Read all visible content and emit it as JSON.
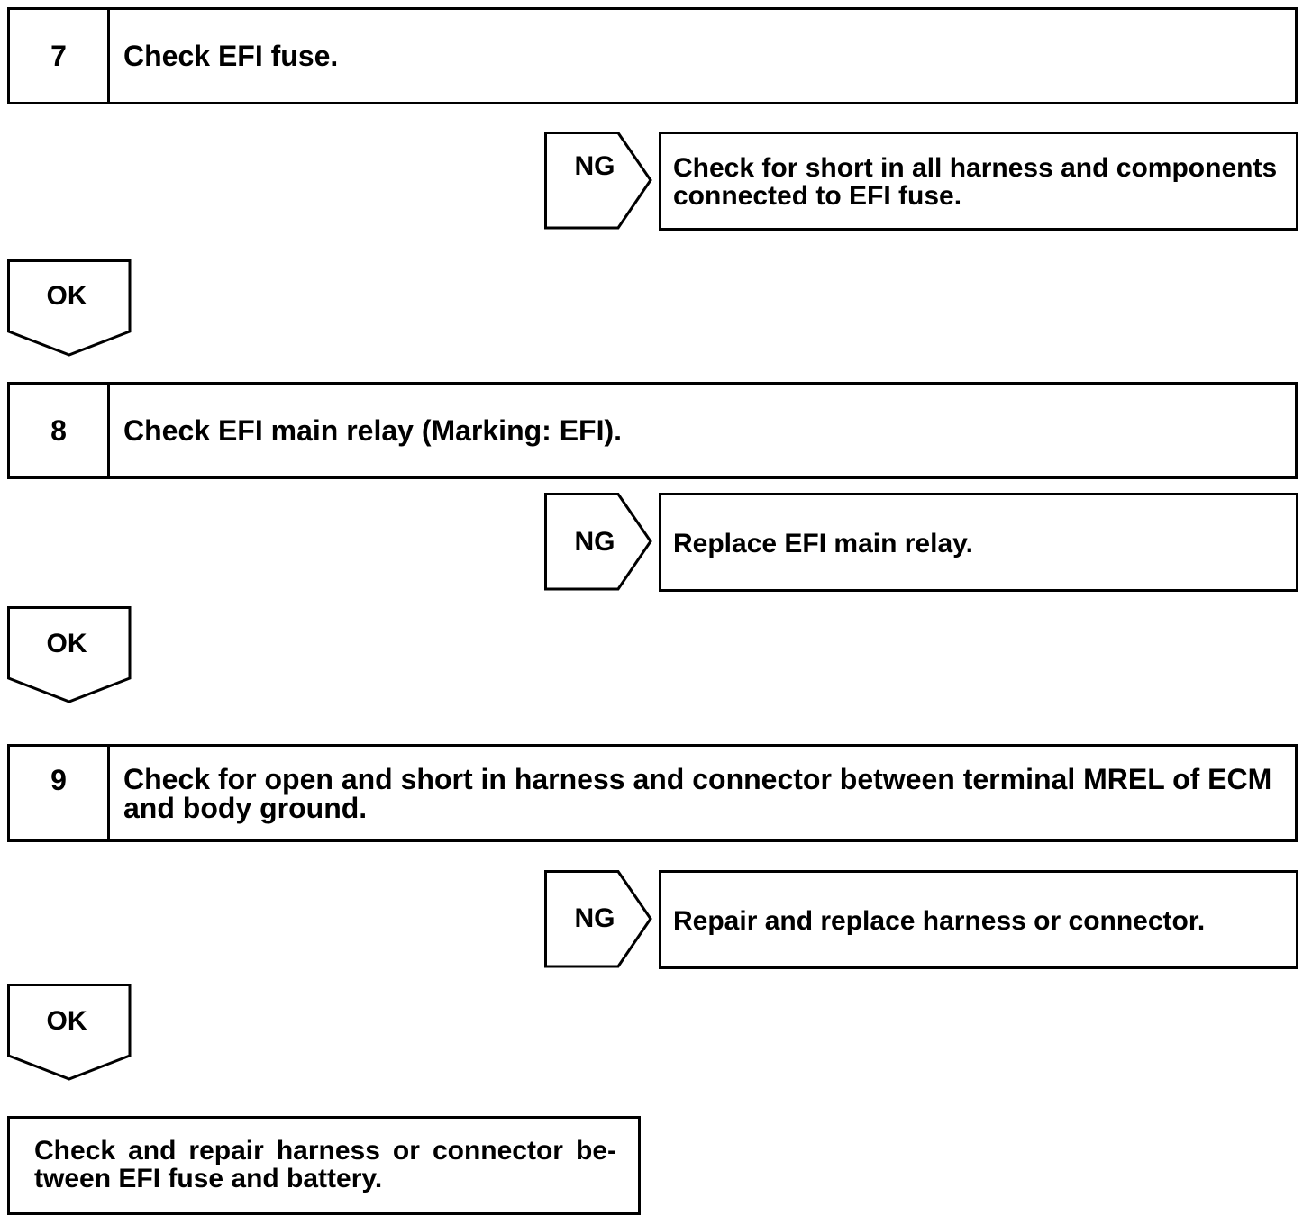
{
  "steps": [
    {
      "number": "7",
      "text": "Check EFI fuse.",
      "ng_label": "NG",
      "ng_action": "Check for short in all harness and components connected to EFI fuse.",
      "ok_label": "OK"
    },
    {
      "number": "8",
      "text": "Check EFI main relay (Marking: EFI).",
      "ng_label": "NG",
      "ng_action": "Replace EFI main relay.",
      "ok_label": "OK"
    },
    {
      "number": "9",
      "text": "Check for open and short in harness and connector between terminal MREL of ECM and body ground.",
      "ng_label": "NG",
      "ng_action": "Repair and replace harness or connector.",
      "ok_label": "OK"
    }
  ],
  "final": {
    "line1": "Check and repair harness or connector be-",
    "line2": "tween EFI fuse and battery."
  }
}
